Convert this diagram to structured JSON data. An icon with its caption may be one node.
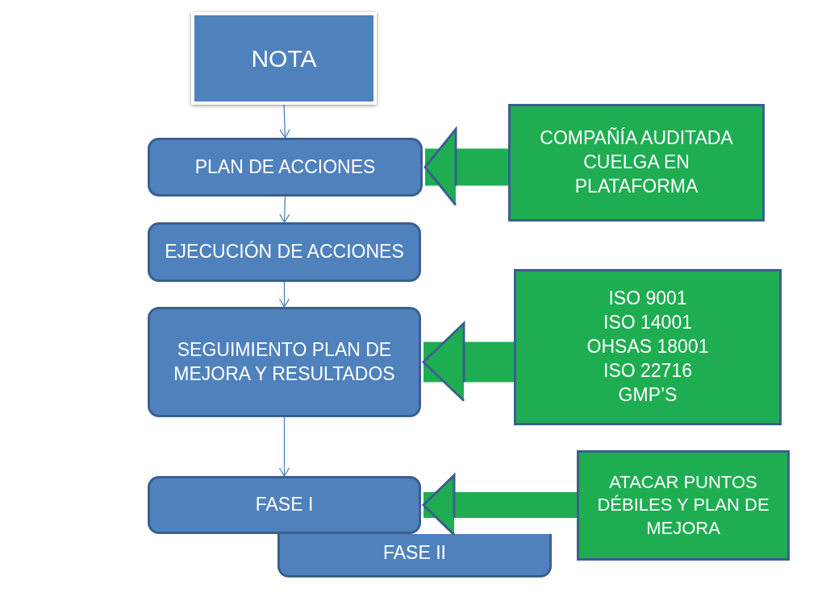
{
  "diagram": {
    "nodes": [
      {
        "text": [
          "NOTA"
        ]
      },
      {
        "text": [
          "PLAN DE ACCIONES"
        ]
      },
      {
        "text": [
          "EJECUCIÓN DE ACCIONES"
        ]
      },
      {
        "text": [
          "SEGUIMIENTO PLAN DE MEJORA Y RESULTADOS"
        ]
      },
      {
        "text": [
          "FASE I"
        ]
      },
      {
        "text": [
          "FASE II"
        ]
      },
      {
        "text": [
          "COMPAÑÍA AUDITADA CUELGA EN PLATAFORMA"
        ]
      },
      {
        "text": [
          "ISO 9001",
          "ISO 14001",
          "OHSAS 18001",
          "ISO 22716",
          "GMP’S"
        ]
      },
      {
        "text": [
          "ATACAR PUNTOS DÉBILES Y PLAN DE MEJORA"
        ]
      }
    ],
    "edges": [
      {
        "from": 0,
        "to": 1,
        "arrow": "to"
      },
      {
        "from": 1,
        "to": 2,
        "arrow": "to"
      },
      {
        "from": 2,
        "to": 3,
        "arrow": "to"
      },
      {
        "from": 3,
        "to": 4,
        "arrow": "to"
      },
      {
        "from": 6,
        "to": 1,
        "arrow": "to",
        "style": "thick",
        "color": "#1fad52"
      },
      {
        "from": 7,
        "to": 3,
        "arrow": "to",
        "style": "thick",
        "color": "#1fad52"
      },
      {
        "from": 8,
        "to": 4,
        "arrow": "to",
        "style": "thick",
        "color": "#1fad52"
      }
    ]
  }
}
